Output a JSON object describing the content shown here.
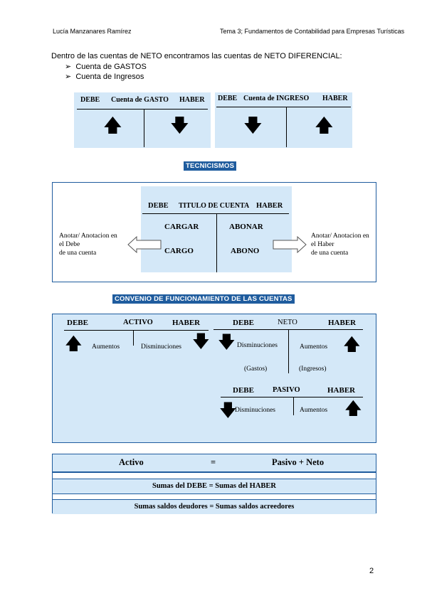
{
  "header": {
    "author": "Lucía Manzanares Ramírez",
    "topic": "Tema 3; Fundamentos de Contabilidad para Empresas Turísticas"
  },
  "intro": {
    "text": "Dentro de las cuentas de NETO encontramos las cuentas de NETO DIFERENCIAL:",
    "bullets": [
      "Cuenta de GASTOS",
      "Cuenta de Ingresos"
    ]
  },
  "gasto_table": {
    "debe": "DEBE",
    "title": "Cuenta de GASTO",
    "haber": "HABER"
  },
  "ingreso_table": {
    "debe": "DEBE",
    "title": "Cuenta de INGRESO",
    "haber": "HABER"
  },
  "tecnicismos": {
    "heading": "TECNICISMOS",
    "debe": "DEBE",
    "title": "TITULO DE CUENTA",
    "haber": "HABER",
    "cargar": "CARGAR",
    "abonar": "ABONAR",
    "cargo": "CARGO",
    "abono": "ABONO",
    "left_note": [
      "Anotar/ Anotacion en",
      "el Debe",
      "de una cuenta"
    ],
    "right_note": [
      "Anotar/ Anotacion en",
      "el Haber",
      "de una cuenta"
    ]
  },
  "convenio": {
    "heading": "CONVENIO DE FUNCIONAMIENTO DE LAS CUENTAS",
    "activo": {
      "debe": "DEBE",
      "title": "ACTIVO",
      "haber": "HABER",
      "left": "Aumentos",
      "right": "Disminuciones"
    },
    "neto": {
      "debe": "DEBE",
      "title": "NETO",
      "haber": "HABER",
      "left": "Disminuciones",
      "right": "Aumentos",
      "left_sub": "(Gastos)",
      "right_sub": "(Ingresos)"
    },
    "pasivo": {
      "debe": "DEBE",
      "title": "PASIVO",
      "haber": "HABER",
      "left": "Disminuciones",
      "right": "Aumentos"
    }
  },
  "equations": {
    "activo": "Activo",
    "equals": "=",
    "pasivo_neto": "Pasivo + Neto",
    "sumas": "Sumas del DEBE = Sumas del HABER",
    "saldos": "Sumas saldos deudores = Sumas saldos acreedores"
  },
  "page_number": "2",
  "colors": {
    "light_blue": "#d4e8f8",
    "dark_blue": "#1f5c9e",
    "border_blue": "#1f5c9e"
  }
}
